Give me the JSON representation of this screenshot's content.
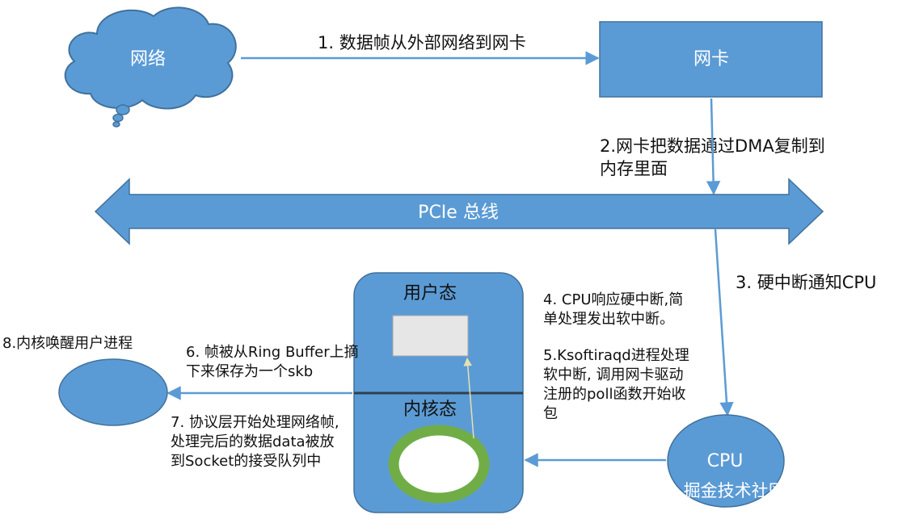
{
  "nodes": {
    "network": "网络",
    "nic": "网卡",
    "bus": "PCIe 总线",
    "cpu": "CPU",
    "user_space": "用户态",
    "kernel_space": "内核态"
  },
  "steps": {
    "s1": "1. 数据帧从外部网络到网卡",
    "s2": [
      "2.网卡把数据通过DMA复制到",
      "内存里面"
    ],
    "s3": "3. 硬中断通知CPU",
    "s4": [
      "4. CPU响应硬中断,简",
      "单处理发出软中断。"
    ],
    "s5": [
      "5.Ksoftiraqd进程处理",
      "软中断, 调用网卡驱动",
      "注册的poll函数开始收",
      "包"
    ],
    "s6": [
      "6. 帧被从Ring Buffer上摘",
      "下来保存为一个skb"
    ],
    "s7": [
      "7. 协议层开始处理网络帧,",
      "处理完后的数据data被放",
      "到Socket的接受队列中"
    ],
    "s8": "8.内核唤醒用户进程"
  },
  "watermark": "掘金技术社区 @ 长安不见",
  "colors": {
    "blue": "#5b9bd5",
    "blue_dark": "#41719c",
    "ring": "#70ad47",
    "divider": "#2f3f4f",
    "box_grey": "#e7e6e6"
  }
}
